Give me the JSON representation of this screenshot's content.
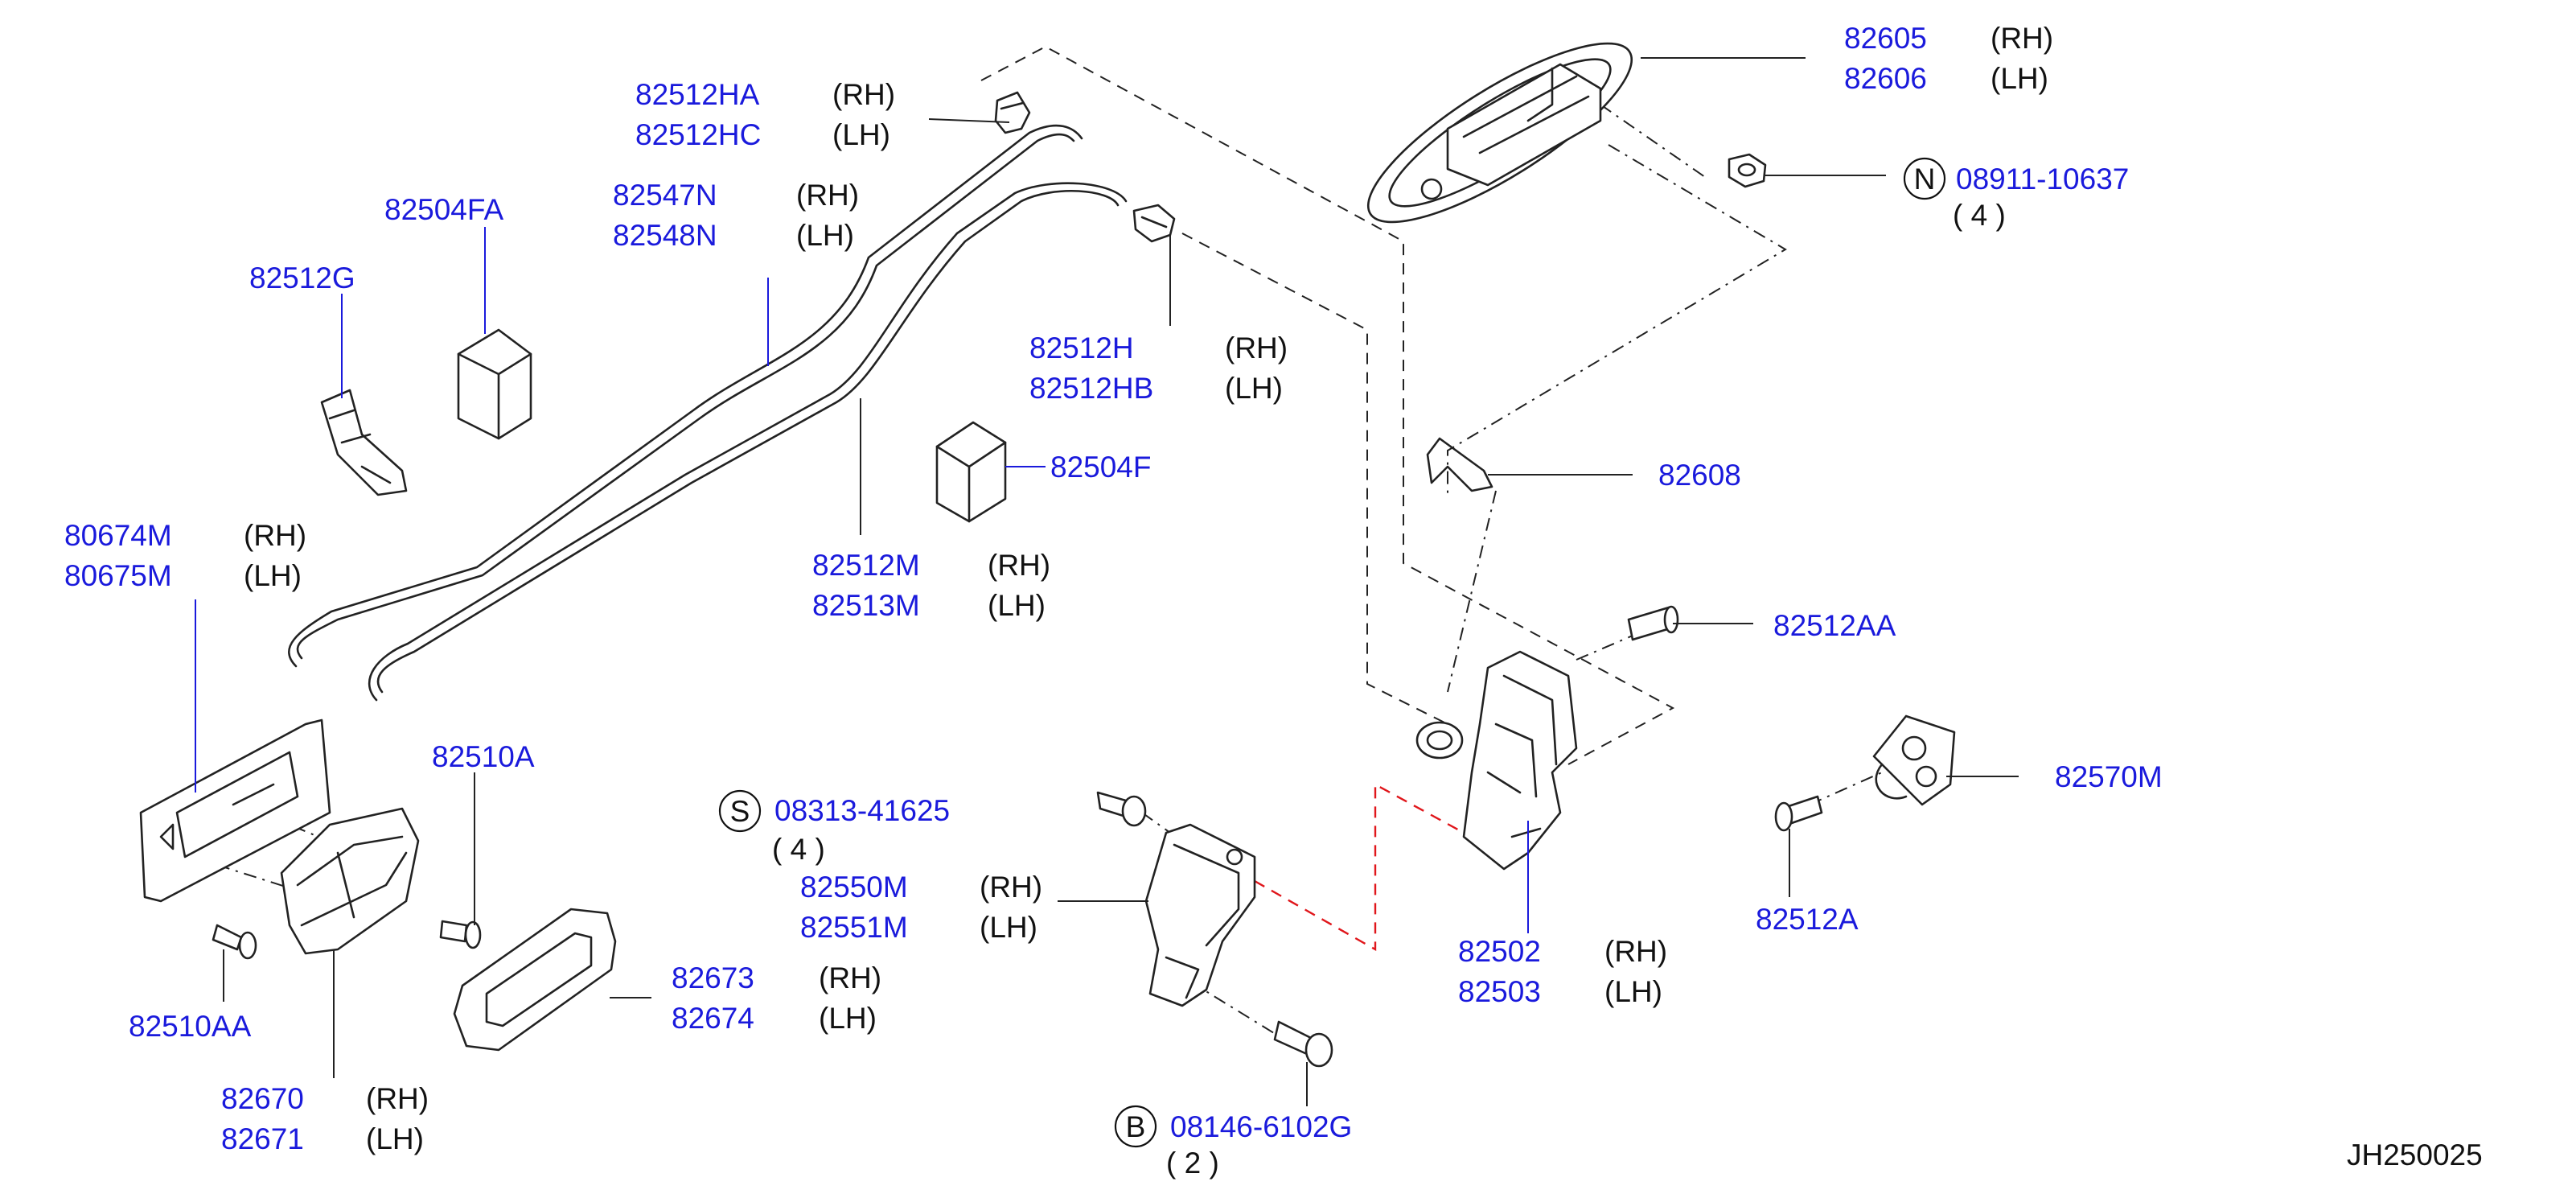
{
  "diagram_code": "JH250025",
  "callouts": {
    "c82605": {
      "pn": "82605",
      "side": "(RH)"
    },
    "c82606": {
      "pn": "82606",
      "side": "(LH)"
    },
    "c82512HA": {
      "pn": "82512HA",
      "side": "(RH)"
    },
    "c82512HC": {
      "pn": "82512HC",
      "side": "(LH)"
    },
    "c82547N": {
      "pn": "82547N",
      "side": "(RH)"
    },
    "c82548N": {
      "pn": "82548N",
      "side": "(LH)"
    },
    "c82504FA": {
      "pn": "82504FA"
    },
    "c82512G": {
      "pn": "82512G"
    },
    "c08911": {
      "badge": "N",
      "pn": "08911-10637",
      "qty": "( 4 )"
    },
    "c82512H": {
      "pn": "82512H",
      "side": "(RH)"
    },
    "c82512HB": {
      "pn": "82512HB",
      "side": "(LH)"
    },
    "c82504F": {
      "pn": "82504F"
    },
    "c82608": {
      "pn": "82608"
    },
    "c80674M": {
      "pn": "80674M",
      "side": "(RH)"
    },
    "c80675M": {
      "pn": "80675M",
      "side": "(LH)"
    },
    "c82512M": {
      "pn": "82512M",
      "side": "(RH)"
    },
    "c82513M": {
      "pn": "82513M",
      "side": "(LH)"
    },
    "c82512AA": {
      "pn": "82512AA"
    },
    "c82510A": {
      "pn": "82510A"
    },
    "c08313": {
      "badge": "S",
      "pn": "08313-41625",
      "qty": "( 4 )"
    },
    "c82550M": {
      "pn": "82550M",
      "side": "(RH)"
    },
    "c82551M": {
      "pn": "82551M",
      "side": "(LH)"
    },
    "c82570M": {
      "pn": "82570M"
    },
    "c82502": {
      "pn": "82502",
      "side": "(RH)"
    },
    "c82503": {
      "pn": "82503",
      "side": "(LH)"
    },
    "c82512A": {
      "pn": "82512A"
    },
    "c82673": {
      "pn": "82673",
      "side": "(RH)"
    },
    "c82674": {
      "pn": "82674",
      "side": "(LH)"
    },
    "c82510AA": {
      "pn": "82510AA"
    },
    "c82670": {
      "pn": "82670",
      "side": "(RH)"
    },
    "c82671": {
      "pn": "82671",
      "side": "(LH)"
    },
    "c08146": {
      "badge": "B",
      "pn": "08146-6102G",
      "qty": "( 2 )"
    }
  },
  "colors": {
    "part_number": "#1a1adc",
    "text": "#111111",
    "red_dash": "#e0161b"
  }
}
